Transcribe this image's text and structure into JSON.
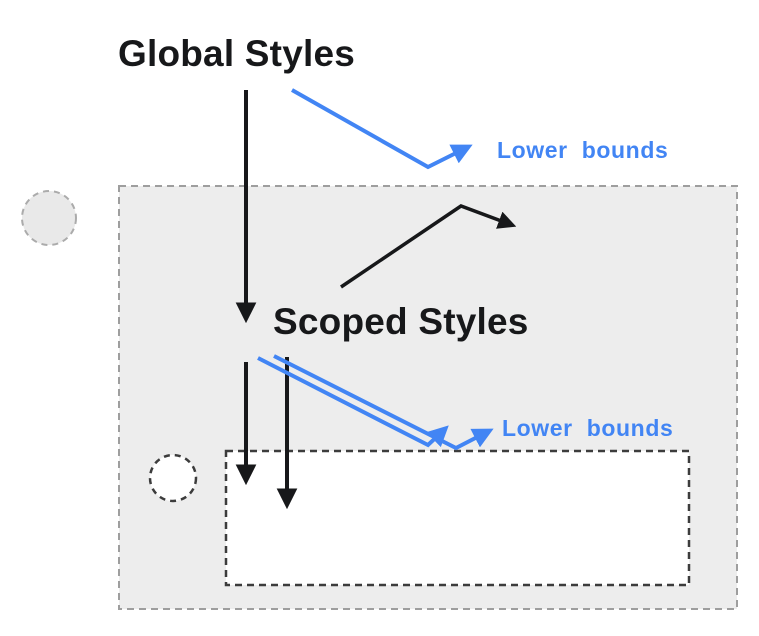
{
  "diagram": {
    "global_title": "Global Styles",
    "scoped_title": "Scoped Styles",
    "lower_bounds_top_label": "Lower bounds",
    "lower_bounds_bottom_label": "Lower bounds",
    "colors": {
      "accent_blue": "#4285f4",
      "arrow_black": "#17181a",
      "outer_scope_fill": "#ededed",
      "outer_scope_border": "#9e9e9e",
      "inner_scope_fill": "#ffffff",
      "inner_scope_border": "#3c3c3c"
    }
  }
}
